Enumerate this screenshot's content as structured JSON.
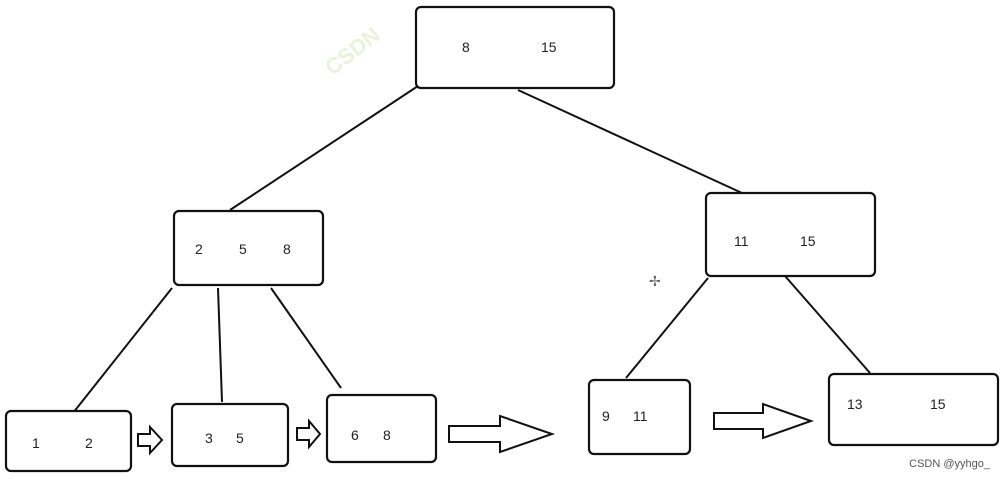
{
  "diagram": {
    "root": {
      "keys": [
        "8",
        "15"
      ]
    },
    "internal": [
      {
        "id": "left",
        "keys": [
          "2",
          "5",
          "8"
        ]
      },
      {
        "id": "right",
        "keys": [
          "11",
          "15"
        ]
      }
    ],
    "leaves": [
      {
        "id": "leaf1",
        "keys": [
          "1",
          "2"
        ]
      },
      {
        "id": "leaf2",
        "keys": [
          "3",
          "5"
        ]
      },
      {
        "id": "leaf3",
        "keys": [
          "6",
          "8"
        ]
      },
      {
        "id": "leaf4",
        "keys": [
          "9",
          "11"
        ]
      },
      {
        "id": "leaf5",
        "keys": [
          "13",
          "15"
        ]
      }
    ]
  },
  "watermark": "CSDN @yyhgo_",
  "faint_mark": "CSDN"
}
